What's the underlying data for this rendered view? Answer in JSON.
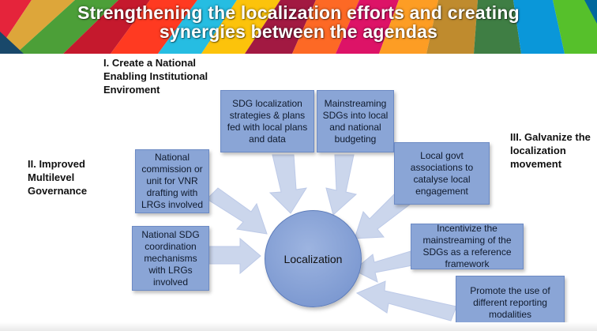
{
  "slide": {
    "title_line1": "Strengthening the localization efforts and creating",
    "title_line2": "synergies between the agendas"
  },
  "headings": {
    "pillar1": "I. Create a National Enabling Institutional Enviroment",
    "pillar2": "II. Improved Multilevel Governance",
    "pillar3": "III. Galvanize the localization movement"
  },
  "center": {
    "label": "Localization"
  },
  "boxes": {
    "sdg_strategies": "SDG localization strategies & plans fed with local plans and data",
    "mainstreaming_budgeting": "Mainstreaming SDGs into local and national budgeting",
    "local_govt_associations": "Local govt associations to catalyse local engagement",
    "national_commission": "National commission or unit for VNR drafting with LRGs involved",
    "coordination_mechanisms": "National SDG coordination mechanisms with LRGs involved",
    "incentivize": "Incentivize the mainstreaming of the SDGs as a reference framework",
    "reporting_modalities": "Promote the use of different reporting modalities"
  },
  "colors": {
    "box_fill": "#8aa5d6",
    "arrow_fill": "#c9d4ec",
    "circle_fill": "#8ca6d8"
  }
}
